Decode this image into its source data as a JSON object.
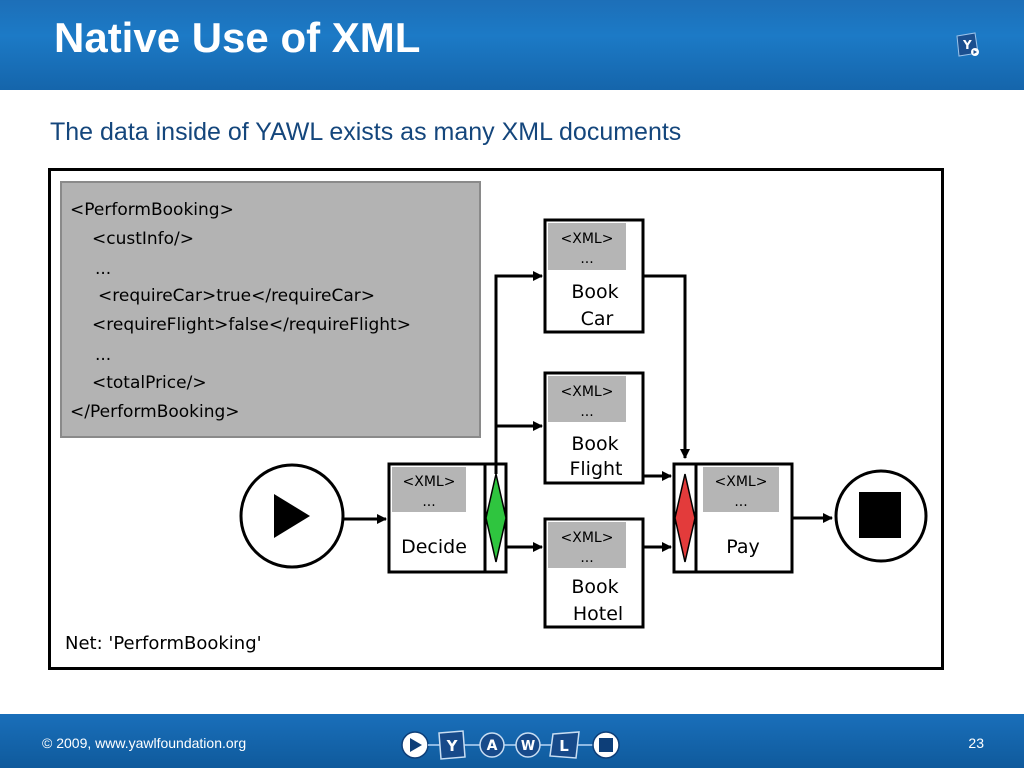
{
  "header": {
    "title": "Native Use of XML"
  },
  "subtitle": "The data inside of YAWL exists as many XML documents",
  "xml_listing": [
    "<PerformBooking>",
    "<custInfo/>",
    "...",
    "<requireCar>true</requireCar>",
    "<requireFlight>false</requireFlight>",
    "...",
    "<totalPrice/>",
    "</PerformBooking>"
  ],
  "tasks": {
    "decide": {
      "xml": "<XML>",
      "dots": "...",
      "label": [
        "Decide"
      ]
    },
    "book_car": {
      "xml": "<XML>",
      "dots": "...",
      "label": [
        "Book",
        "Car"
      ]
    },
    "book_flight": {
      "xml": "<XML>",
      "dots": "...",
      "label": [
        "Book",
        "Flight"
      ]
    },
    "book_hotel": {
      "xml": "<XML>",
      "dots": "...",
      "label": [
        "Book",
        "Hotel"
      ]
    },
    "pay": {
      "xml": "<XML>",
      "dots": "...",
      "label": [
        "Pay"
      ]
    }
  },
  "net_label": "Net: 'PerformBooking'",
  "footer": {
    "copyright": "© 2009, www.yawlfoundation.org",
    "page": "23",
    "logo_letters": [
      "Y",
      "A",
      "W",
      "L"
    ]
  },
  "colors": {
    "header_blue": "#1c72bd",
    "subtitle_blue": "#14467c",
    "split_green": "#2fc53f",
    "join_red": "#e33b3b",
    "xml_box_grey": "#b5b5b5"
  }
}
